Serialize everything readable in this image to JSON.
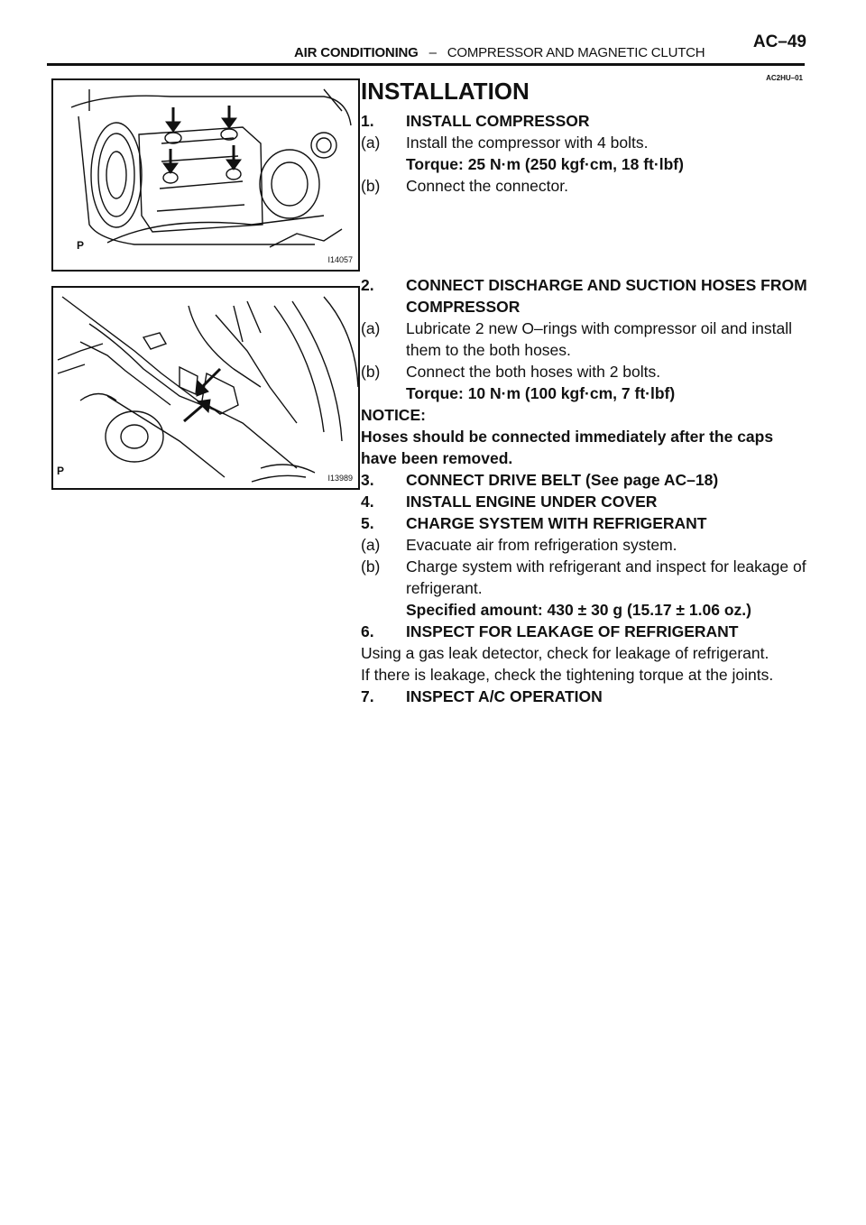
{
  "header": {
    "section": "AIR CONDITIONING",
    "separator": "–",
    "subsection": "COMPRESSOR AND MAGNETIC CLUTCH",
    "page": "AC–49",
    "doc_id": "AC2HU–01"
  },
  "figures": [
    {
      "letter": "P",
      "code": "I14057"
    },
    {
      "letter": "P",
      "code": "I13989"
    }
  ],
  "title": "INSTALLATION",
  "steps": {
    "s1": {
      "num": "1.",
      "title": "INSTALL COMPRESSOR",
      "a": {
        "lbl": "(a)",
        "text": "Install the compressor with 4 bolts."
      },
      "torque": "Torque: 25 N·m (250 kgf·cm, 18 ft·lbf)",
      "b": {
        "lbl": "(b)",
        "text": "Connect the connector."
      }
    },
    "s2": {
      "num": "2.",
      "title_1": "CONNECT DISCHARGE AND SUCTION HOSES FROM",
      "title_2": "COMPRESSOR",
      "a": {
        "lbl": "(a)",
        "text_1": "Lubricate 2 new O–rings with compressor oil and install",
        "text_2": "them to the both hoses."
      },
      "b": {
        "lbl": "(b)",
        "text": "Connect the both hoses with 2 bolts."
      },
      "torque": "Torque: 10 N·m (100 kgf·cm, 7 ft·lbf)",
      "notice_label": "NOTICE:",
      "notice_1": "Hoses should be connected immediately after the caps",
      "notice_2": "have been removed."
    },
    "s3": {
      "num": "3.",
      "title": "CONNECT DRIVE BELT (See page AC–18)"
    },
    "s4": {
      "num": "4.",
      "title": "INSTALL ENGINE UNDER COVER"
    },
    "s5": {
      "num": "5.",
      "title": "CHARGE SYSTEM WITH REFRIGERANT",
      "a": {
        "lbl": "(a)",
        "text": "Evacuate air from refrigeration system."
      },
      "b": {
        "lbl": "(b)",
        "text_1": "Charge system with refrigerant and inspect for leakage of",
        "text_2": "refrigerant."
      },
      "spec": "Specified amount: 430 ± 30 g (15.17 ± 1.06 oz.)"
    },
    "s6": {
      "num": "6.",
      "title": "INSPECT FOR LEAKAGE OF REFRIGERANT",
      "p1": "Using a gas leak detector, check for leakage of refrigerant.",
      "p2": "If there is leakage, check the tightening torque at the joints."
    },
    "s7": {
      "num": "7.",
      "title": "INSPECT A/C OPERATION"
    }
  }
}
